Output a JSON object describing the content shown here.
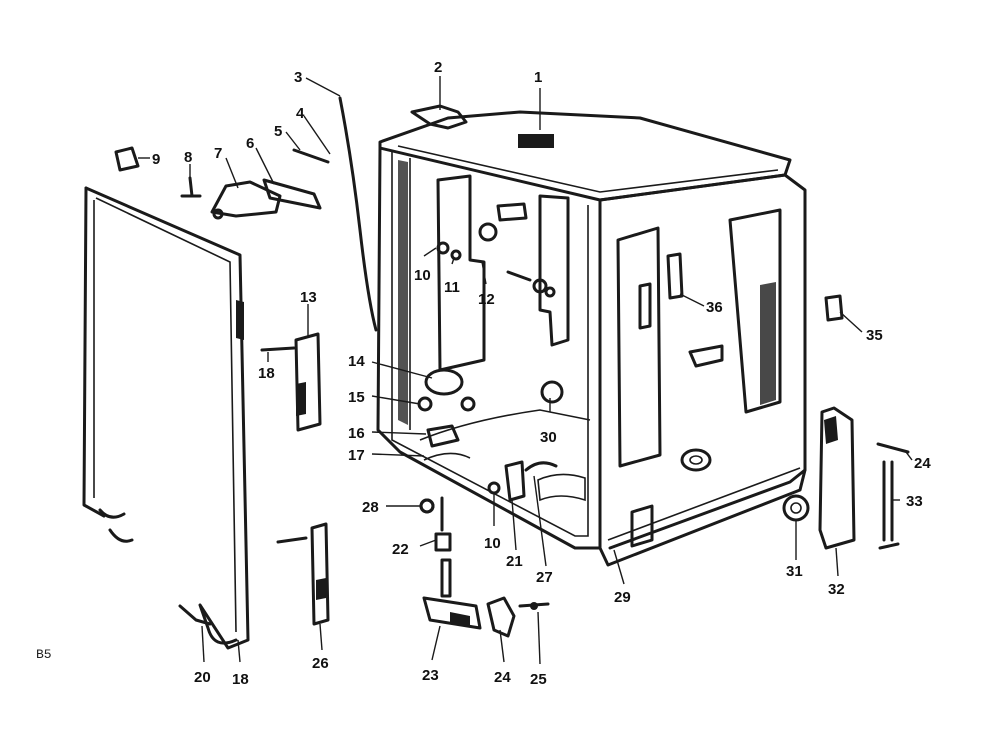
{
  "diagram_code": "B5",
  "callouts": [
    {
      "id": "c1",
      "label": "1"
    },
    {
      "id": "c2",
      "label": "2"
    },
    {
      "id": "c3",
      "label": "3"
    },
    {
      "id": "c4",
      "label": "4"
    },
    {
      "id": "c5",
      "label": "5"
    },
    {
      "id": "c6",
      "label": "6"
    },
    {
      "id": "c7",
      "label": "7"
    },
    {
      "id": "c8",
      "label": "8"
    },
    {
      "id": "c9",
      "label": "9"
    },
    {
      "id": "c10a",
      "label": "10"
    },
    {
      "id": "c11",
      "label": "11"
    },
    {
      "id": "c12",
      "label": "12"
    },
    {
      "id": "c13",
      "label": "13"
    },
    {
      "id": "c14",
      "label": "14"
    },
    {
      "id": "c15",
      "label": "15"
    },
    {
      "id": "c16",
      "label": "16"
    },
    {
      "id": "c17",
      "label": "17"
    },
    {
      "id": "c18a",
      "label": "18"
    },
    {
      "id": "c18b",
      "label": "18"
    },
    {
      "id": "c10b",
      "label": "10"
    },
    {
      "id": "c20",
      "label": "20"
    },
    {
      "id": "c21",
      "label": "21"
    },
    {
      "id": "c22",
      "label": "22"
    },
    {
      "id": "c23",
      "label": "23"
    },
    {
      "id": "c24a",
      "label": "24"
    },
    {
      "id": "c24b",
      "label": "24"
    },
    {
      "id": "c25",
      "label": "25"
    },
    {
      "id": "c26",
      "label": "26"
    },
    {
      "id": "c27",
      "label": "27"
    },
    {
      "id": "c28",
      "label": "28"
    },
    {
      "id": "c29",
      "label": "29"
    },
    {
      "id": "c30",
      "label": "30"
    },
    {
      "id": "c31",
      "label": "31"
    },
    {
      "id": "c32",
      "label": "32"
    },
    {
      "id": "c33",
      "label": "33"
    },
    {
      "id": "c35",
      "label": "35"
    },
    {
      "id": "c36",
      "label": "36"
    }
  ]
}
